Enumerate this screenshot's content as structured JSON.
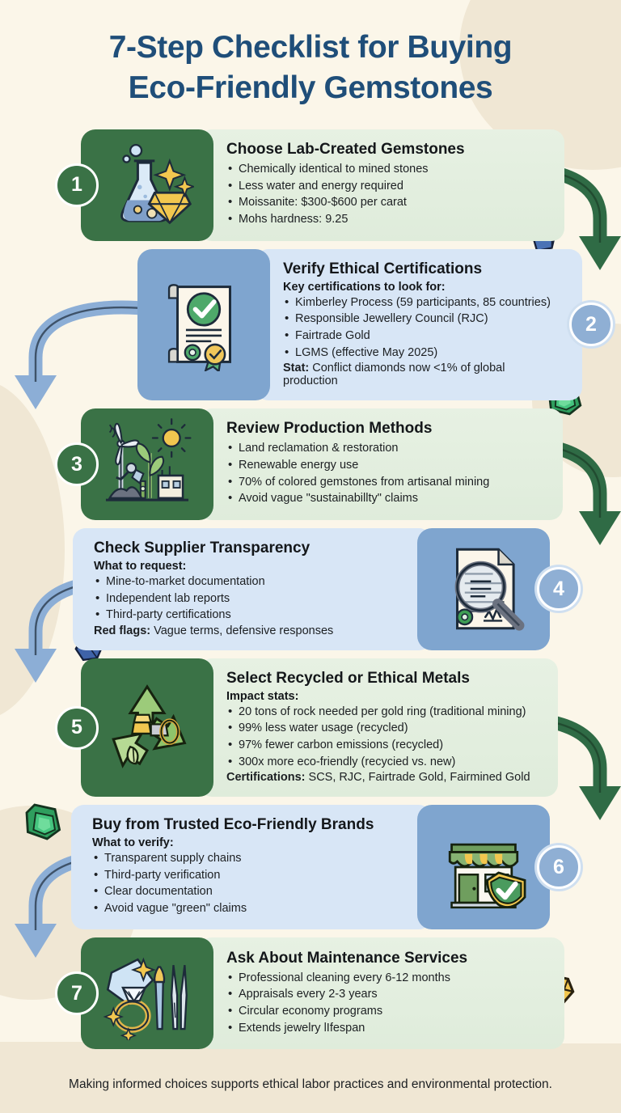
{
  "header": {
    "title_line1": "7-Step Checklist for Buying",
    "title_line2": "Eco-Friendly Gemstones"
  },
  "colors": {
    "background": "#fbf6e9",
    "blob": "#f0e7d4",
    "title": "#1f4e79",
    "green_panel": "#3a7246",
    "green_body": "#e4efe0",
    "blue_panel": "#7fa5cf",
    "blue_body": "#d8e6f6",
    "green_arrow": "#2f6b45",
    "blue_arrow": "#8caed6"
  },
  "steps": [
    {
      "number": "1",
      "title": "Choose Lab-Created Gemstones",
      "sub_label": "",
      "bullets": [
        "Chemically identical to mined stones",
        "Less water and energy required",
        "Moissanite: $300-$600 per carat",
        "Mohs hardness: 9.25"
      ],
      "foot_label": "",
      "foot_text": "",
      "icon": "flask-diamond-icon",
      "theme": "green",
      "icon_side": "left"
    },
    {
      "number": "2",
      "title": "Verify Ethical Certifications",
      "sub_label": "Key certifications to look for:",
      "bullets": [
        "Kimberley Process (59 participants, 85 countries)",
        "Responsible Jewellery Council (RJC)",
        "Fairtrade Gold",
        "LGMS (effective May 2025)"
      ],
      "foot_label": "Stat:",
      "foot_text": "Conflict diamonds now <1% of global production",
      "icon": "certificate-check-icon",
      "theme": "blue",
      "icon_side": "left"
    },
    {
      "number": "3",
      "title": "Review Production Methods",
      "sub_label": "",
      "bullets": [
        "Land reclamation & restoration",
        "Renewable energy use",
        "70% of colored gemstones from artisanal mining",
        "Avoid vague \"sustainabillty\" claims"
      ],
      "foot_label": "",
      "foot_text": "",
      "icon": "renewable-industry-icon",
      "theme": "green",
      "icon_side": "left"
    },
    {
      "number": "4",
      "title": "Check Supplier Transparency",
      "sub_label": "What to request:",
      "bullets": [
        "Mine-to-market documentation",
        "Independent lab reports",
        "Third-party certifications"
      ],
      "foot_label": "Red flags:",
      "foot_text": "Vague terms, defensive responses",
      "icon": "document-magnifier-icon",
      "theme": "blue",
      "icon_side": "right"
    },
    {
      "number": "5",
      "title": "Select Recycled or Ethical Metals",
      "sub_label": "Impact stats:",
      "bullets": [
        "20 tons of rock needed per gold ring (traditional mining)",
        "99% less water usage (recycled)",
        "97% fewer carbon emissions (recycled)",
        "300x more eco-friendly (recycied vs. new)"
      ],
      "foot_label": "Certifications:",
      "foot_text": "SCS, RJC, Fairtrade Gold, Fairmined Gold",
      "icon": "recycle-gold-icon",
      "theme": "green",
      "icon_side": "left"
    },
    {
      "number": "6",
      "title": "Buy from Trusted Eco-Friendly Brands",
      "sub_label": "What to verify:",
      "bullets": [
        "Transparent supply chains",
        "Third-party verification",
        "Clear documentation",
        "Avoid vague \"green\" claims"
      ],
      "foot_label": "",
      "foot_text": "",
      "icon": "storefront-shield-icon",
      "theme": "blue",
      "icon_side": "right"
    },
    {
      "number": "7",
      "title": "Ask About Maintenance Services",
      "sub_label": "",
      "bullets": [
        "Professional cleaning every 6-12 months",
        "Appraisals every 2-3 years",
        "Circular economy programs",
        "Extends jewelry lIfespan"
      ],
      "foot_label": "",
      "foot_text": "",
      "icon": "ring-cleaning-tools-icon",
      "theme": "green",
      "icon_side": "left"
    }
  ],
  "footer": {
    "text": "Making informed choices supports ethical labor practices and environmental protection."
  }
}
